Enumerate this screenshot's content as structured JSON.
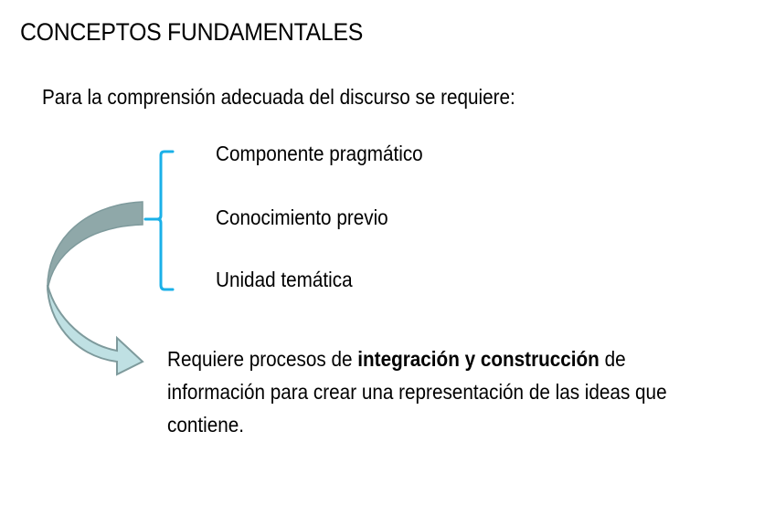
{
  "slide": {
    "title": "CONCEPTOS FUNDAMENTALES",
    "intro": "Para la comprensión adecuada del discurso se requiere:",
    "components": [
      {
        "label": "Componente pragmático"
      },
      {
        "label": "Conocimiento previo"
      },
      {
        "label": "Unidad temática"
      }
    ],
    "conclusion": {
      "before": "Requiere procesos de ",
      "bold": "integración y construcción",
      "after": " de información para crear una representación de las ideas que contiene."
    }
  },
  "colors": {
    "bracket": "#1AB0E8",
    "arrow_dark": "#8FA8A9",
    "arrow_light": "#BFE0E3",
    "arrow_stroke": "#7E9A9C",
    "text": "#000000"
  }
}
